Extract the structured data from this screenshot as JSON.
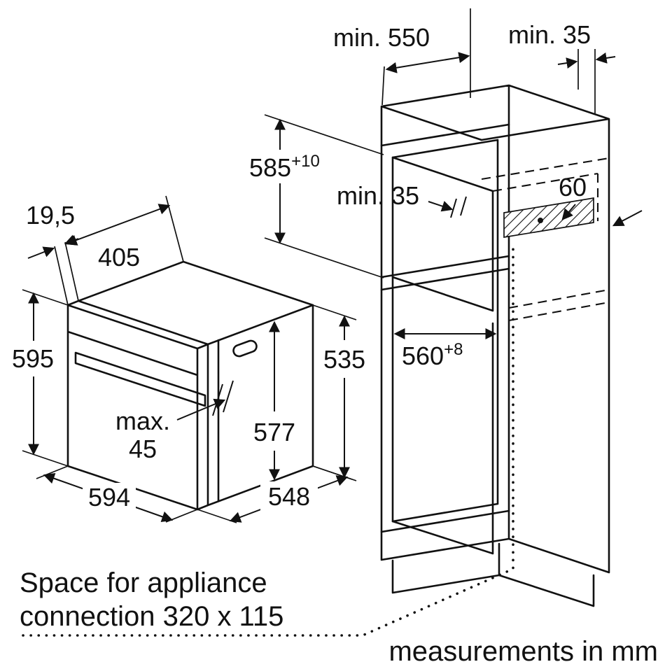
{
  "colors": {
    "line": "#111111",
    "background": "#ffffff"
  },
  "notes": {
    "connection_line1": "Space for appliance",
    "connection_line2": "connection 320 x 115",
    "units": "measurements in mm"
  },
  "oven": {
    "front_overhang": "19,5",
    "top_depth": "405",
    "front_height": "595",
    "handle_max_label": "max.",
    "handle_max_value": "45",
    "body_height": "577",
    "rear_height": "535",
    "front_width": "594",
    "body_depth": "548"
  },
  "cabinet": {
    "min_niche_depth": "min. 550",
    "min_wall_gap_top": "min. 35",
    "niche_height": "585",
    "niche_height_tolerance": "+10",
    "min_gap_middle": "min. 35",
    "vent_depth": "60",
    "niche_width": "560",
    "niche_width_tolerance": "+8"
  }
}
